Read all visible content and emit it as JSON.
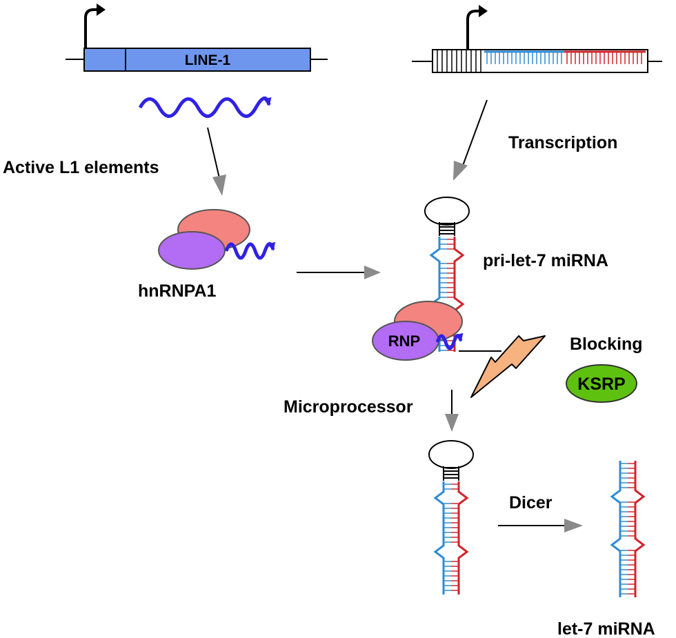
{
  "labels": {
    "line1": "LINE-1",
    "active_l1": "Active L1 elements",
    "hnrnpa1": "hnRNPA1",
    "transcription": "Transcription",
    "pri_let7": "pri-let-7 miRNA",
    "rnp": "RNP",
    "blocking": "Blocking",
    "ksrp": "KSRP",
    "microprocessor": "Microprocessor",
    "dicer": "Dicer",
    "let7": "let-7 miRNA"
  },
  "colors": {
    "line1_box": "#6f96ee",
    "rna_wave": "#2f22e6",
    "protein_salmon": "#f4847f",
    "protein_purple": "#b36cf4",
    "ksrp": "#5fc10f",
    "strand_blue": "#2f8bd6",
    "strand_red": "#d1242b",
    "lightning": "#f6b27f",
    "arrow_gray": "#8a8a8a"
  }
}
